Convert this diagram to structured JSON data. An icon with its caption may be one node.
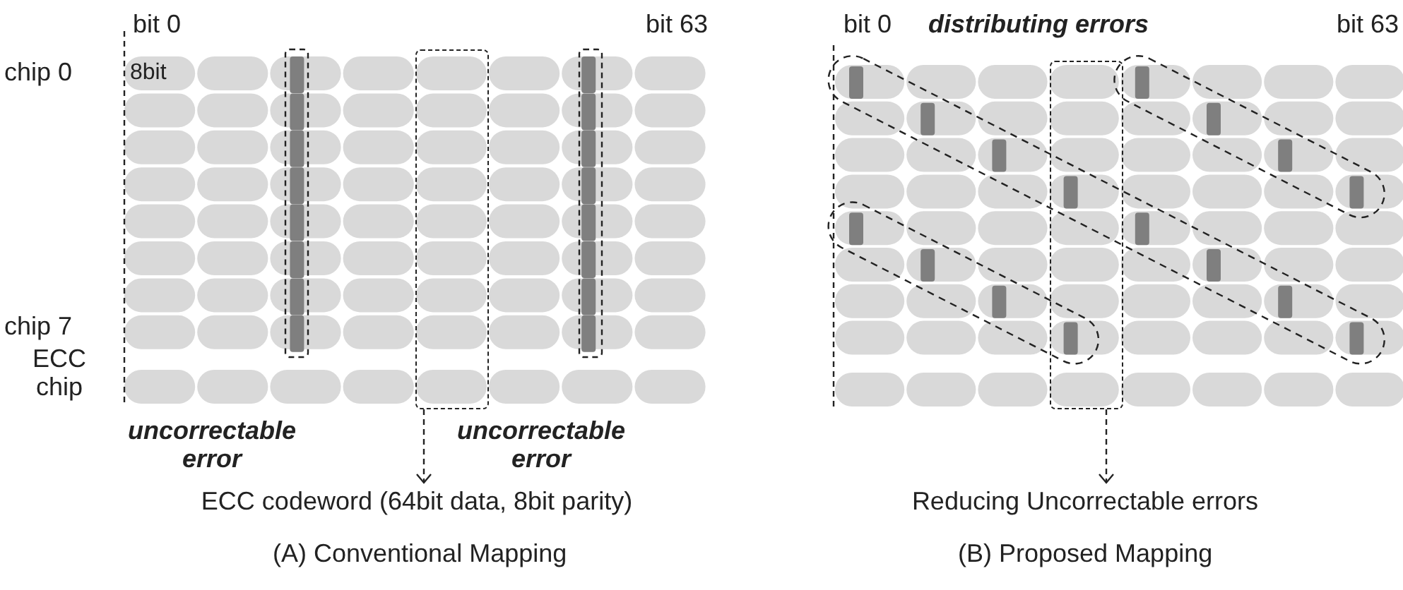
{
  "diagram": {
    "nodes": [
      {
        "text": [],
        "shape": "box"
      },
      {
        "text": [
          "ECC codeword (64bit data, 8bit parity)"
        ]
      },
      {
        "text": [],
        "shape": "box"
      },
      {
        "text": [
          "Reducing Uncorrectable errors"
        ]
      }
    ],
    "edges": [
      {
        "from": 0,
        "to": 1,
        "arrow": "to",
        "style": "dashed"
      },
      {
        "from": 2,
        "to": 3,
        "arrow": "to",
        "style": "dashed"
      }
    ],
    "labels": [
      "bit 0",
      "bit 63",
      "bit 0",
      "distributing errors",
      "bit 63",
      "chip 0",
      "8bit",
      "chip 7",
      "ECC chip",
      "uncorrectable error",
      "uncorrectable error",
      "(A) Conventional Mapping",
      "(B) Proposed Mapping"
    ]
  }
}
